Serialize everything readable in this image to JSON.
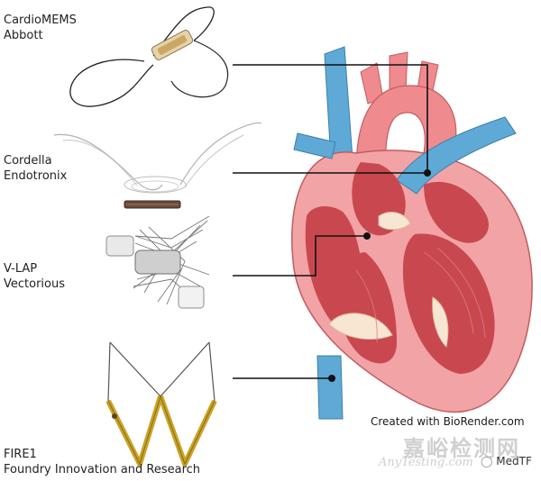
{
  "devices": [
    {
      "line1": "CardioMEMS",
      "line2": "Abbott",
      "icon": "pressure-sensor-icon"
    },
    {
      "line1": "Cordella",
      "line2": "Endotronix",
      "icon": "pressure-sensor-icon"
    },
    {
      "line1": "V-LAP",
      "line2": "Vectorious",
      "icon": "implant-icon"
    },
    {
      "line1": "FIRE1",
      "line2": "Foundry Innovation and Research",
      "icon": "ivc-sensor-icon"
    }
  ],
  "credit": "Created with BioRender.com",
  "watermark": {
    "cn": "嘉峪检测网",
    "en": "AnyTesting.com",
    "source": "MedTF"
  },
  "colors": {
    "vein_blue": "#5fa9d6",
    "artery_red": "#ef8a8e",
    "myocardium": "#f2a3a6",
    "chamber_dark": "#c9484f",
    "valve_cream": "#f6e6d2",
    "leader_line": "#111111",
    "gold_wire": "#c9a227"
  }
}
